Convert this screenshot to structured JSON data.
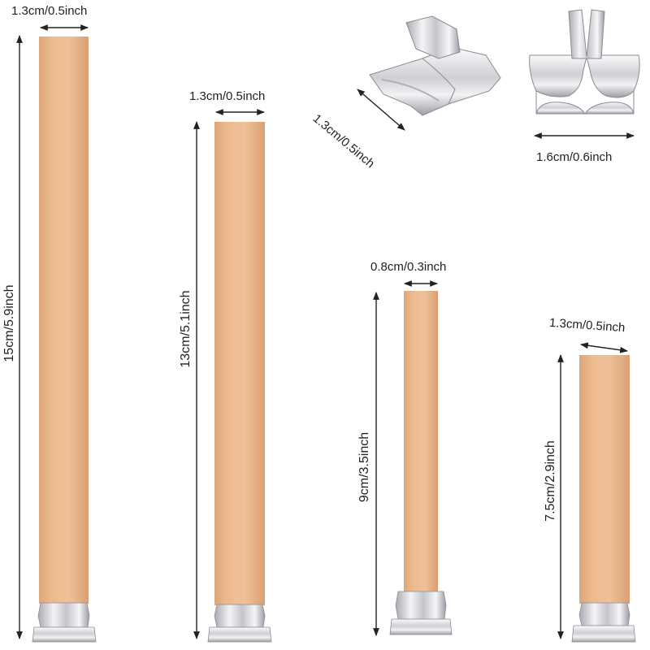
{
  "products": {
    "wick_15cm": {
      "width_label": "1.3cm/0.5inch",
      "height_label": "15cm/5.9inch"
    },
    "wick_13cm": {
      "width_label": "1.3cm/0.5inch",
      "height_label": "13cm/5.1inch"
    },
    "wick_9cm": {
      "width_label": "0.8cm/0.3inch",
      "height_label": "9cm/3.5inch"
    },
    "wick_7_5cm": {
      "width_label": "1.3cm/0.5inch",
      "height_label": "7.5cm/2.9inch"
    },
    "clip_small": {
      "size_label": "1.3cm/0.5inch"
    },
    "clip_large": {
      "size_label": "1.6cm/0.6inch"
    }
  },
  "colors": {
    "wood_light": "#ebb98e",
    "wood_dark": "#d9a073",
    "metal_light": "#f2f2f4",
    "metal_dark": "#9c9ca4",
    "arrow": "#222222"
  },
  "icons": [
    "wood-wick-image",
    "metal-clip-image",
    "dimension-arrow-icon"
  ]
}
